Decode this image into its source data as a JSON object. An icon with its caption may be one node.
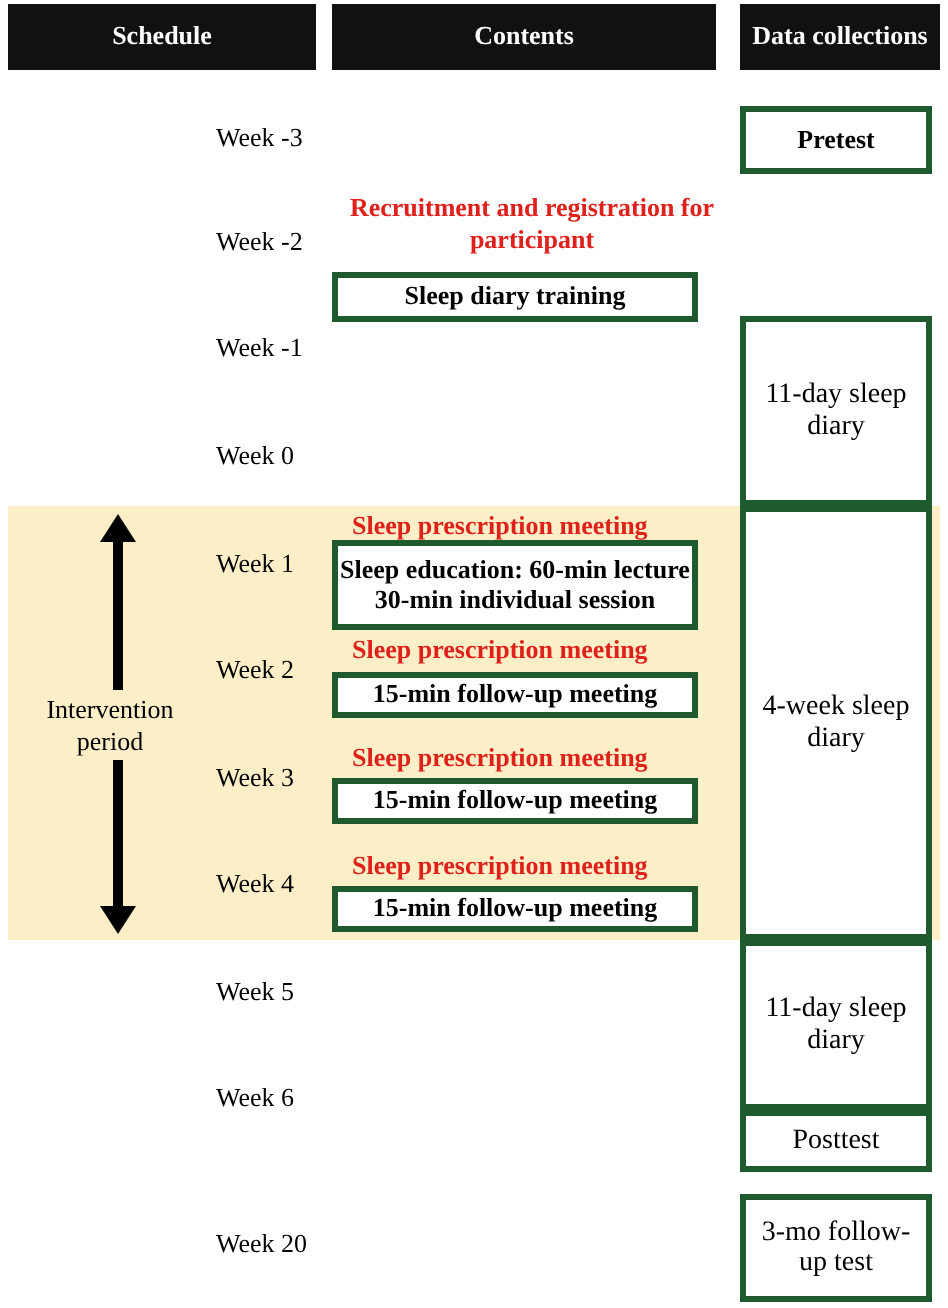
{
  "diagram": {
    "nodes": [
      {
        "text": [
          "Schedule"
        ]
      },
      {
        "text": [
          "Contents"
        ]
      },
      {
        "text": [
          "Data collections"
        ]
      },
      {
        "text": [
          "Pretest"
        ]
      },
      {
        "text": [
          "Sleep diary training"
        ]
      },
      {
        "text": [
          "11-day sleep diary"
        ]
      },
      {
        "text": [
          "Intervention period"
        ]
      },
      {
        "text": [
          "Sleep education: 60-min lecture 30-min individual session"
        ],
        "in": 6,
        "beside": [
          "Sleep prescription meeting"
        ]
      },
      {
        "text": [
          "4-week sleep diary"
        ],
        "in": 6
      },
      {
        "text": [
          "15-min follow-up meeting"
        ],
        "in": 6,
        "beside": [
          "Sleep prescription meeting"
        ]
      },
      {
        "text": [
          "15-min follow-up meeting"
        ],
        "in": 6,
        "beside": [
          "Sleep prescription meeting"
        ]
      },
      {
        "text": [
          "15-min follow-up meeting"
        ],
        "in": 6,
        "beside": [
          "Sleep prescription meeting"
        ]
      },
      {
        "text": [
          "11-day sleep diary"
        ]
      },
      {
        "text": [
          "Posttest"
        ]
      },
      {
        "text": [
          "3-mo follow-up test"
        ]
      }
    ],
    "labels": [
      "Week -3",
      "Week -2",
      "Recruitment and registration for participant",
      "Week -1",
      "Week 0",
      "Week 1",
      "Week 2",
      "Week 3",
      "Week 4",
      "Week 5",
      "Week 6",
      "Week 20"
    ]
  }
}
